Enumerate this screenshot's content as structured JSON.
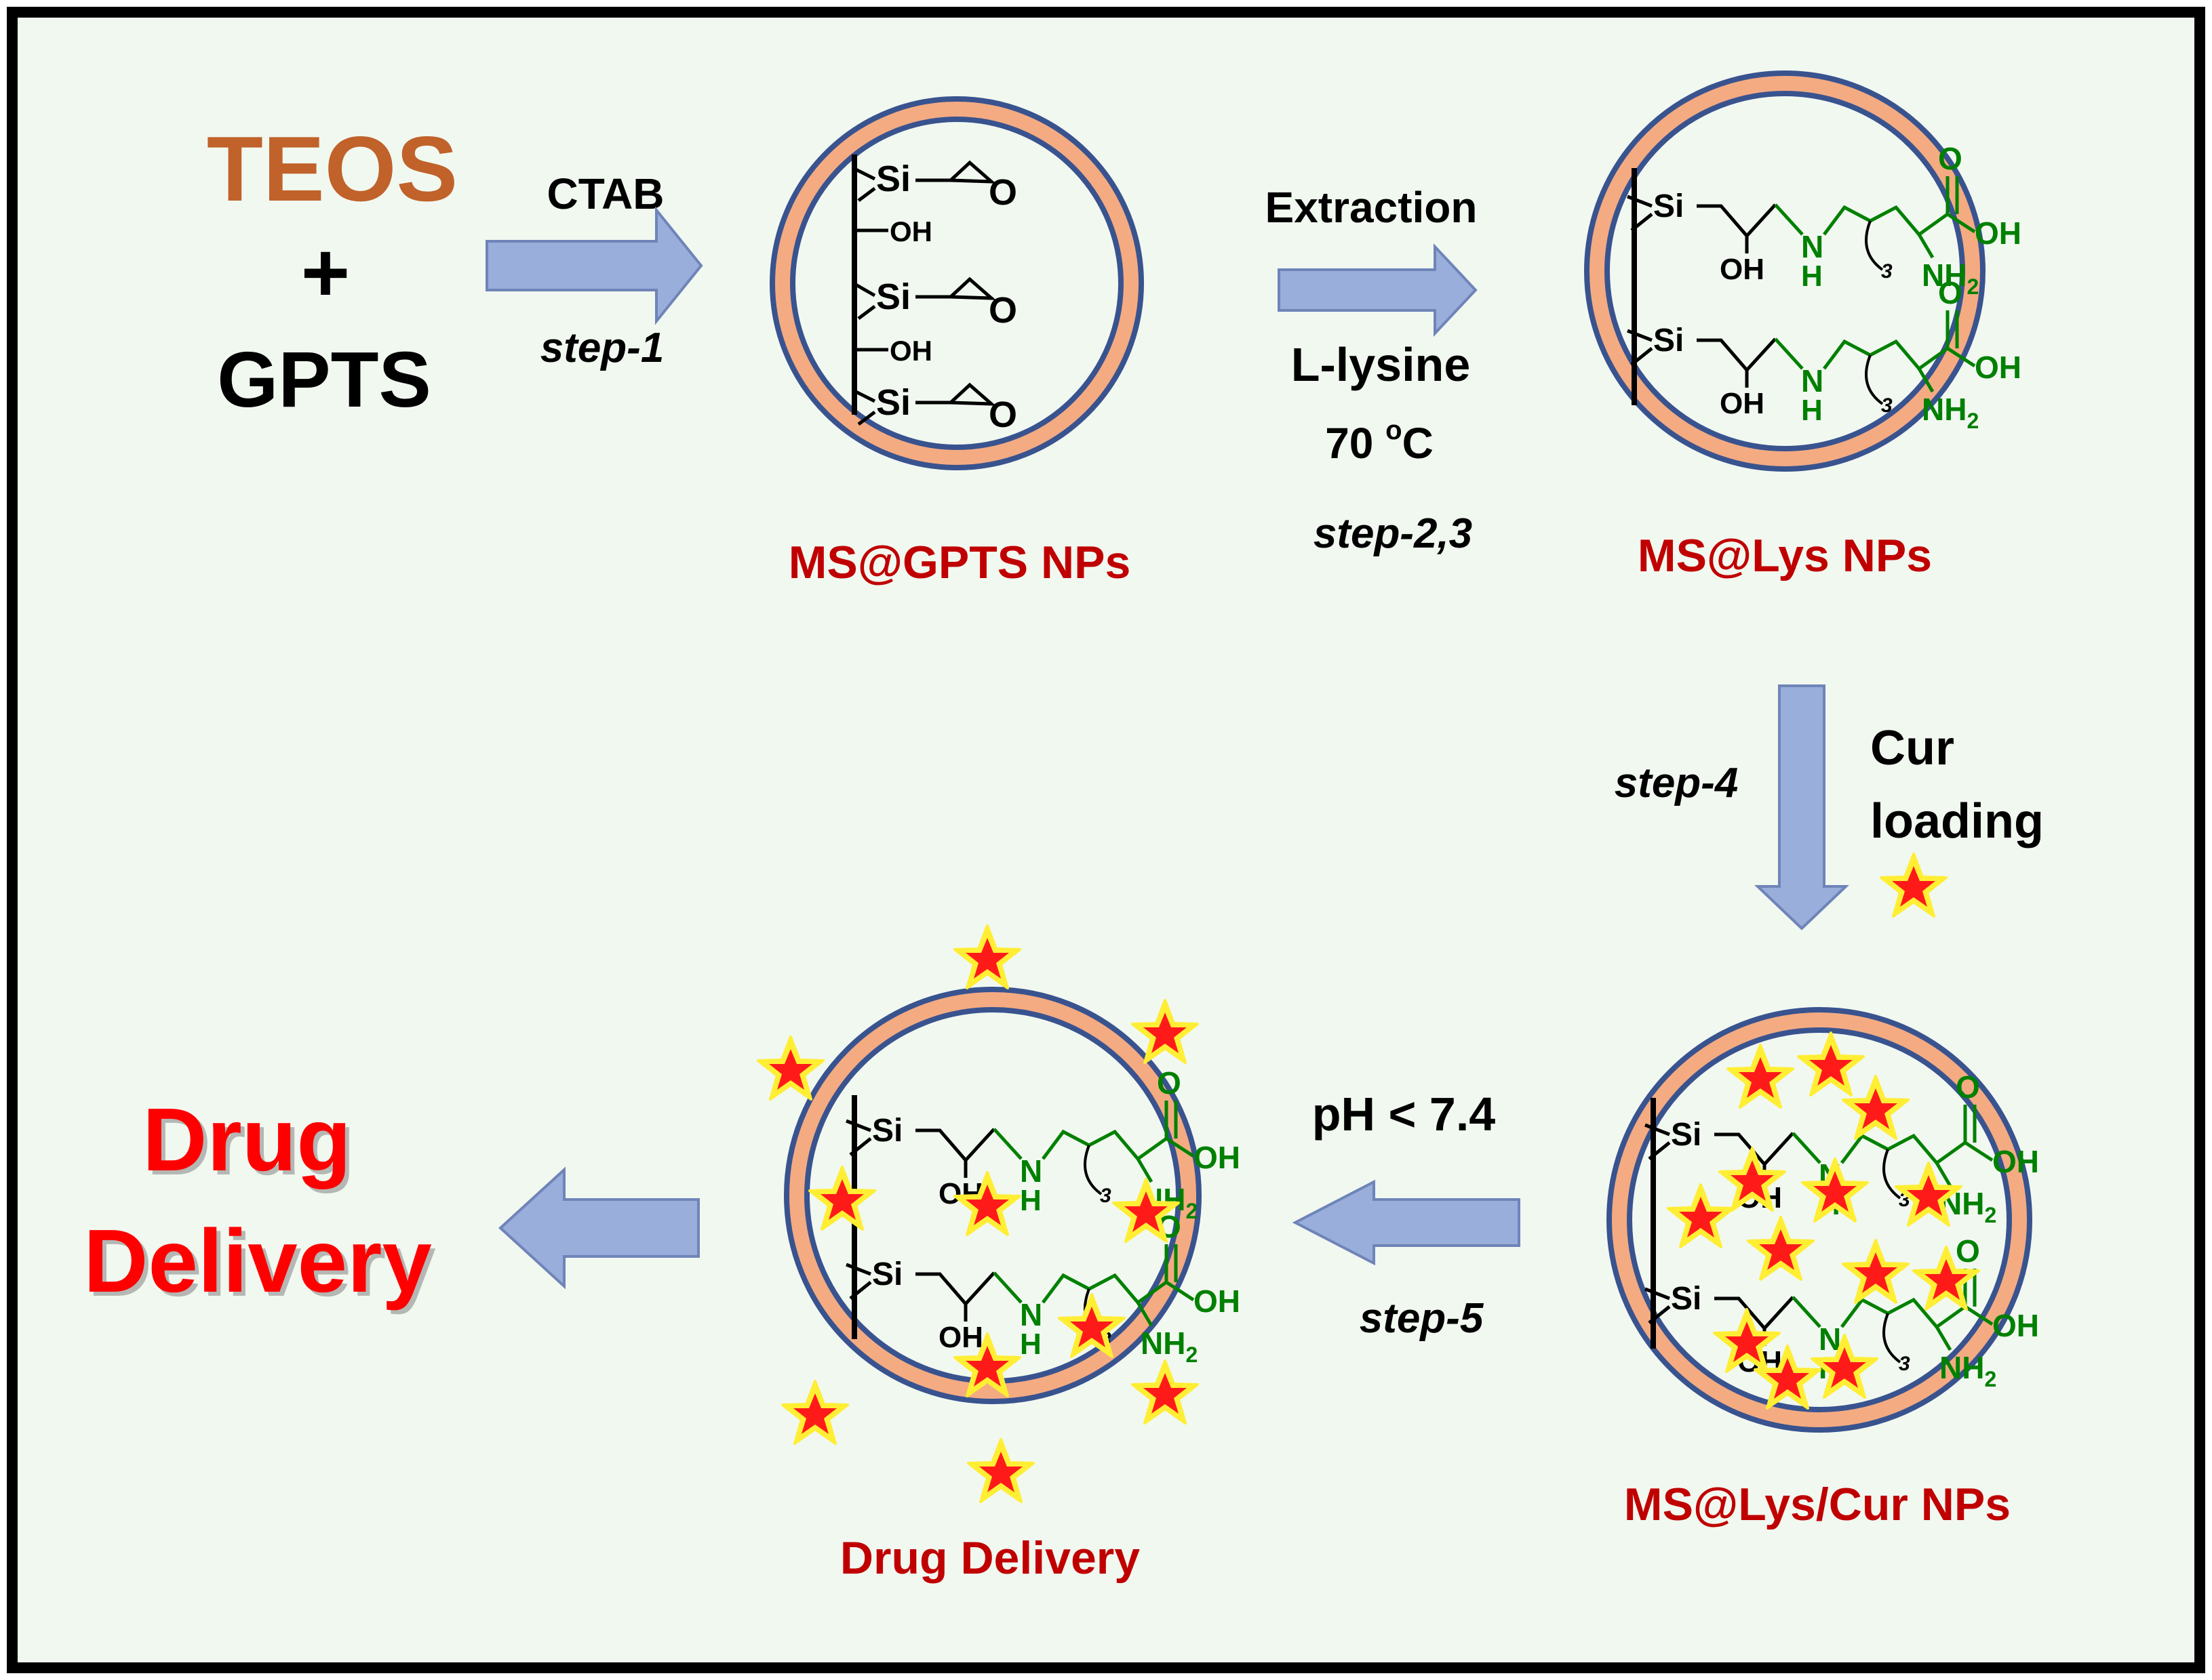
{
  "colors": {
    "background": "#f1f8f0",
    "border": "#000000",
    "arrow_fill": "#9aaedb",
    "arrow_stroke": "#6f84b8",
    "shell_fill": "#f4ab82",
    "shell_stroke": "#39538f",
    "teos": "#c0622a",
    "label_red": "#c00000",
    "drug_red": "#ff0000",
    "chem_green": "#008000",
    "chem_black": "#000000",
    "star_red": "#ff1a1a",
    "star_yellow": "#ffee33"
  },
  "reactants": {
    "teos": "TEOS",
    "plus": "+",
    "gpts": "GPTS"
  },
  "steps": {
    "step1": {
      "reagent": "CTAB",
      "label": "step-1"
    },
    "step23": {
      "reagent_top": "Extraction",
      "reagent_mid": "L-lysine",
      "temp_value": "70 ",
      "temp_sup": "o",
      "temp_unit": "C",
      "label": "step-2,3"
    },
    "step4": {
      "label": "step-4",
      "reagent_line1": "Cur",
      "reagent_line2": "loading"
    },
    "step5": {
      "reagent": "pH < 7.4",
      "label": "step-5"
    }
  },
  "particles": {
    "gpts": "MS@GPTS NPs",
    "lys": "MS@Lys NPs",
    "lys_cur": "MS@Lys/Cur NPs",
    "delivery": "Drug Delivery"
  },
  "outcome": {
    "line1": "Drug",
    "line2": "Delivery"
  },
  "chem": {
    "si": "Si",
    "oh": "OH",
    "o": "O",
    "n": "N",
    "h": "H",
    "nh": "NH",
    "sub2": "2",
    "index3": "3"
  },
  "icons": {
    "arrow": "block-arrow-icon",
    "star": "curcumin-star-icon",
    "epoxide": "epoxide-ring-icon"
  }
}
